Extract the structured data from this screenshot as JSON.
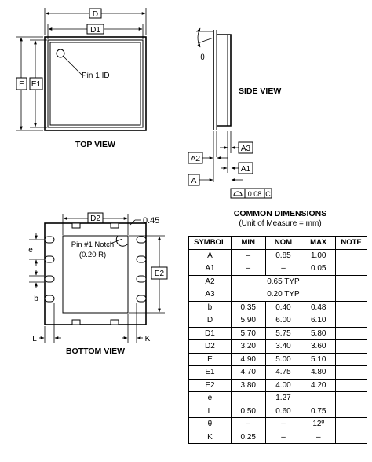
{
  "views": {
    "top_view": "TOP VIEW",
    "side_view": "SIDE VIEW",
    "bottom_view": "BOTTOM VIEW"
  },
  "labels": {
    "D": "D",
    "D1": "D1",
    "E": "E",
    "E1": "E1",
    "pin1_id": "Pin 1 ID",
    "theta": "θ",
    "A": "A",
    "A1": "A1",
    "A2": "A2",
    "A3": "A3",
    "flatness_value": "0.08",
    "flatness_ref": "C",
    "D2": "D2",
    "notch_dim": "0.45",
    "pin1_notch_line1": "Pin #1 Notch",
    "pin1_notch_line2": "(0.20 R)",
    "e": "e",
    "b": "b",
    "E2": "E2",
    "L": "L",
    "K": "K"
  },
  "table": {
    "title": "COMMON DIMENSIONS",
    "unit": "(Unit of Measure = mm)",
    "headers": {
      "symbol": "SYMBOL",
      "min": "MIN",
      "nom": "NOM",
      "max": "MAX",
      "note": "NOTE"
    },
    "rows": [
      {
        "symbol": "A",
        "min": "–",
        "nom": "0.85",
        "max": "1.00",
        "note": ""
      },
      {
        "symbol": "A1",
        "min": "–",
        "nom": "–",
        "max": "0.05",
        "note": ""
      },
      {
        "symbol": "A2",
        "span": "0.65 TYP"
      },
      {
        "symbol": "A3",
        "span": "0.20 TYP"
      },
      {
        "symbol": "b",
        "min": "0.35",
        "nom": "0.40",
        "max": "0.48",
        "note": ""
      },
      {
        "symbol": "D",
        "min": "5.90",
        "nom": "6.00",
        "max": "6.10",
        "note": ""
      },
      {
        "symbol": "D1",
        "min": "5.70",
        "nom": "5.75",
        "max": "5.80",
        "note": ""
      },
      {
        "symbol": "D2",
        "min": "3.20",
        "nom": "3.40",
        "max": "3.60",
        "note": ""
      },
      {
        "symbol": "E",
        "min": "4.90",
        "nom": "5.00",
        "max": "5.10",
        "note": ""
      },
      {
        "symbol": "E1",
        "min": "4.70",
        "nom": "4.75",
        "max": "4.80",
        "note": ""
      },
      {
        "symbol": "E2",
        "min": "3.80",
        "nom": "4.00",
        "max": "4.20",
        "note": ""
      },
      {
        "symbol": "e",
        "min": "",
        "nom": "1.27",
        "max": "",
        "note": ""
      },
      {
        "symbol": "L",
        "min": "0.50",
        "nom": "0.60",
        "max": "0.75",
        "note": ""
      },
      {
        "symbol": "θ",
        "min": "–",
        "nom": "–",
        "max": "12º",
        "note": ""
      },
      {
        "symbol": "K",
        "min": "0.25",
        "nom": "–",
        "max": "–",
        "note": ""
      }
    ]
  }
}
